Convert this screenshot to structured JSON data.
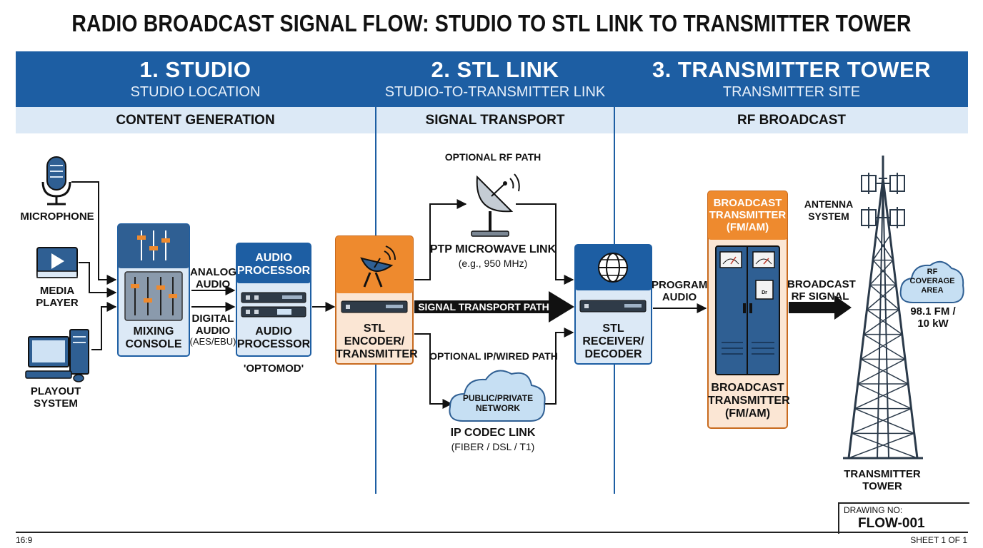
{
  "title": "RADIO BROADCAST SIGNAL FLOW: STUDIO TO STL LINK TO TRANSMITTER TOWER",
  "sections": [
    {
      "heading": "1. STUDIO",
      "subheading": "STUDIO LOCATION",
      "band": "CONTENT GENERATION"
    },
    {
      "heading": "2. STL LINK",
      "subheading": "STUDIO-TO-TRANSMITTER LINK",
      "band": "SIGNAL TRANSPORT"
    },
    {
      "heading": "3. TRANSMITTER TOWER",
      "subheading": "TRANSMITTER SITE",
      "band": "RF BROADCAST"
    }
  ],
  "studio": {
    "microphone": "MICROPHONE",
    "media_player": "MEDIA\nPLAYER",
    "playout": "PLAYOUT\nSYSTEM",
    "mixing_console": "MIXING\nCONSOLE",
    "analog_audio": "ANALOG\nAUDIO",
    "digital_audio": "DIGITAL\nAUDIO",
    "digital_audio_note": "(AES/EBU)",
    "audio_processor_header": "AUDIO\nPROCESSOR",
    "audio_processor_label": "AUDIO\nPROCESSOR",
    "optomod": "'OPTOMOD'"
  },
  "stl": {
    "encoder": "STL\nENCODER/\nTRANSMITTER",
    "optional_rf": "OPTIONAL RF PATH",
    "ptp_link": "PTP MICROWAVE LINK",
    "ptp_freq": "(e.g., 950 MHz)",
    "transport_path": "SIGNAL TRANSPORT PATH",
    "optional_ip": "OPTIONAL IP/WIRED PATH",
    "network": "PUBLIC/PRIVATE\nNETWORK",
    "ip_codec": "IP CODEC LINK",
    "ip_media": "(FIBER / DSL / T1)",
    "receiver": "STL\nRECEIVER/\nDECODER"
  },
  "tx": {
    "program_audio": "PROGRAM\nAUDIO",
    "transmitter_header": "BROADCAST\nTRANSMITTER\n(FM/AM)",
    "transmitter_label": "BROADCAST\nTRANSMITTER\n(FM/AM)",
    "broadcast_rf": "BROADCAST\nRF SIGNAL",
    "antenna_system": "ANTENNA\nSYSTEM",
    "coverage": "RF\nCOVERAGE\nAREA",
    "frequency": "98.1 FM /\n10 kW",
    "tower": "TRANSMITTER\nTOWER",
    "meter_mark": "Dr"
  },
  "footer": {
    "aspect": "16:9",
    "drawing_no_label": "DRAWING NO:",
    "drawing_no": "FLOW-001",
    "sheet": "SHEET 1 OF 1"
  },
  "colors": {
    "header_blue": "#1d5ea3",
    "band_light": "#dce9f6",
    "orange": "#ee8a2e",
    "peach": "#fbe6d4",
    "device_blue": "#2f5f93",
    "cloud_blue": "#c6dff3"
  }
}
